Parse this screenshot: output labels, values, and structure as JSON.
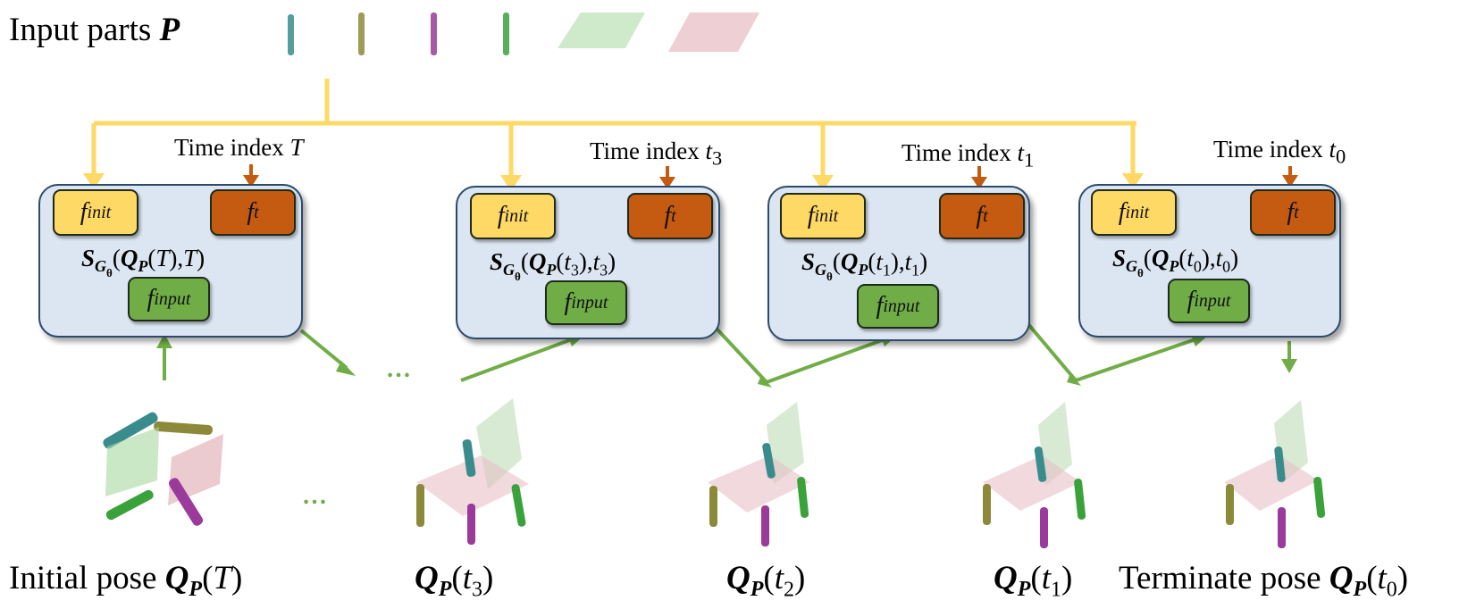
{
  "header": {
    "title_text": "Input parts ",
    "title_symbol": "P"
  },
  "time_labels": [
    {
      "text": "Time index ",
      "var": "T",
      "sub": ""
    },
    {
      "text": "Time index ",
      "var": "t",
      "sub": "3"
    },
    {
      "text": "Time index ",
      "var": "t",
      "sub": "1"
    },
    {
      "text": "Time index ",
      "var": "t",
      "sub": "0"
    }
  ],
  "modules": {
    "init_label": "f",
    "init_sub": "init",
    "t_label": "f",
    "t_sub": "t",
    "input_label": "f",
    "input_sub": "input",
    "formula_S": "S",
    "formula_G": "G",
    "formula_theta": "θ",
    "formula_Q": "Q",
    "formula_P": "P",
    "args": [
      {
        "t": "T",
        "sub": ""
      },
      {
        "t": "t",
        "sub": "3"
      },
      {
        "t": "t",
        "sub": "1"
      },
      {
        "t": "t",
        "sub": "0"
      }
    ]
  },
  "ellipsis": "…",
  "bottom_labels": {
    "initial_prefix": "Initial pose ",
    "terminate_prefix": "Terminate pose ",
    "Q": "Q",
    "P": "P",
    "poses": [
      {
        "t": "T",
        "sub": ""
      },
      {
        "t": "t",
        "sub": "3"
      },
      {
        "t": "t",
        "sub": "2"
      },
      {
        "t": "t",
        "sub": "1"
      },
      {
        "t": "t",
        "sub": "0"
      }
    ]
  },
  "colors": {
    "yellow_arrow": "#ffd966",
    "orange_arrow": "#c55a11",
    "green_arrow": "#70ad47",
    "box_fill": "#dce6f2",
    "box_border": "#2d4a6b",
    "part_teal": "#3a8c8c",
    "part_olive": "#8c8a3a",
    "part_purple": "#9a3a9a",
    "part_green": "#3aa23a",
    "part_lightgreen": "#a8d8a0",
    "part_pink": "#e0a8b0"
  }
}
